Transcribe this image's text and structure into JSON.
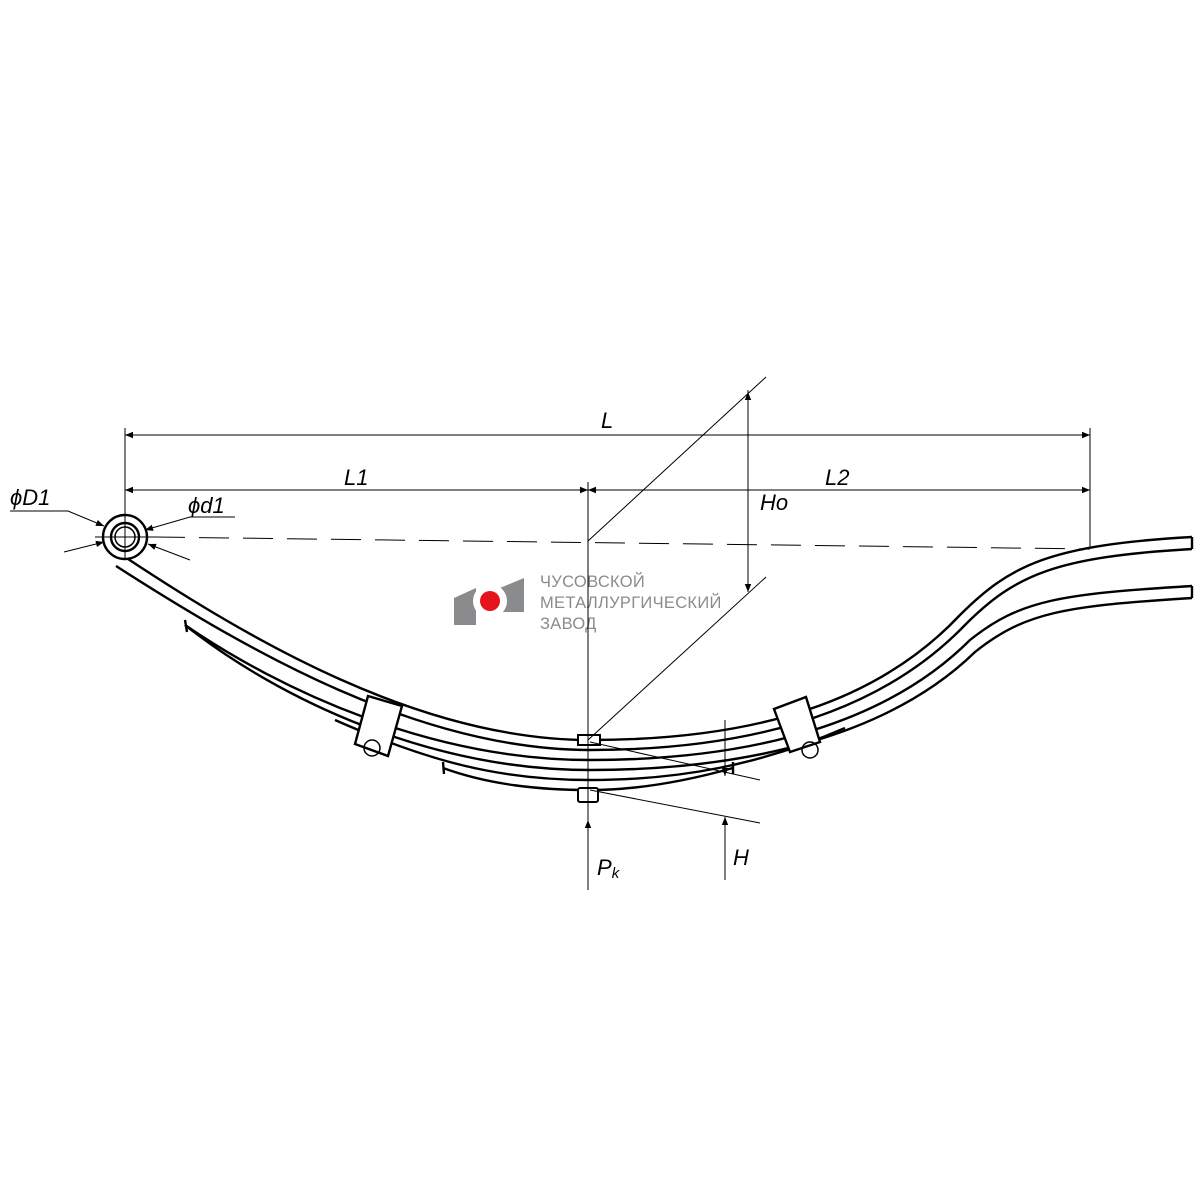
{
  "drawing": {
    "labels": {
      "L": "L",
      "L1": "L1",
      "L2": "L2",
      "Ho": "Ho",
      "H": "H",
      "Pk": "P",
      "Pk_sub": "k",
      "D1": "ϕD1",
      "d1": "ϕd1"
    }
  },
  "logo": {
    "line1": "ЧУСОВСКОЙ",
    "line2": "МЕТАЛЛУРГИЧЕСКИЙ",
    "line3": "ЗАВОД",
    "colors": {
      "gray": "#8a8b8d",
      "red": "#e3141b"
    }
  }
}
